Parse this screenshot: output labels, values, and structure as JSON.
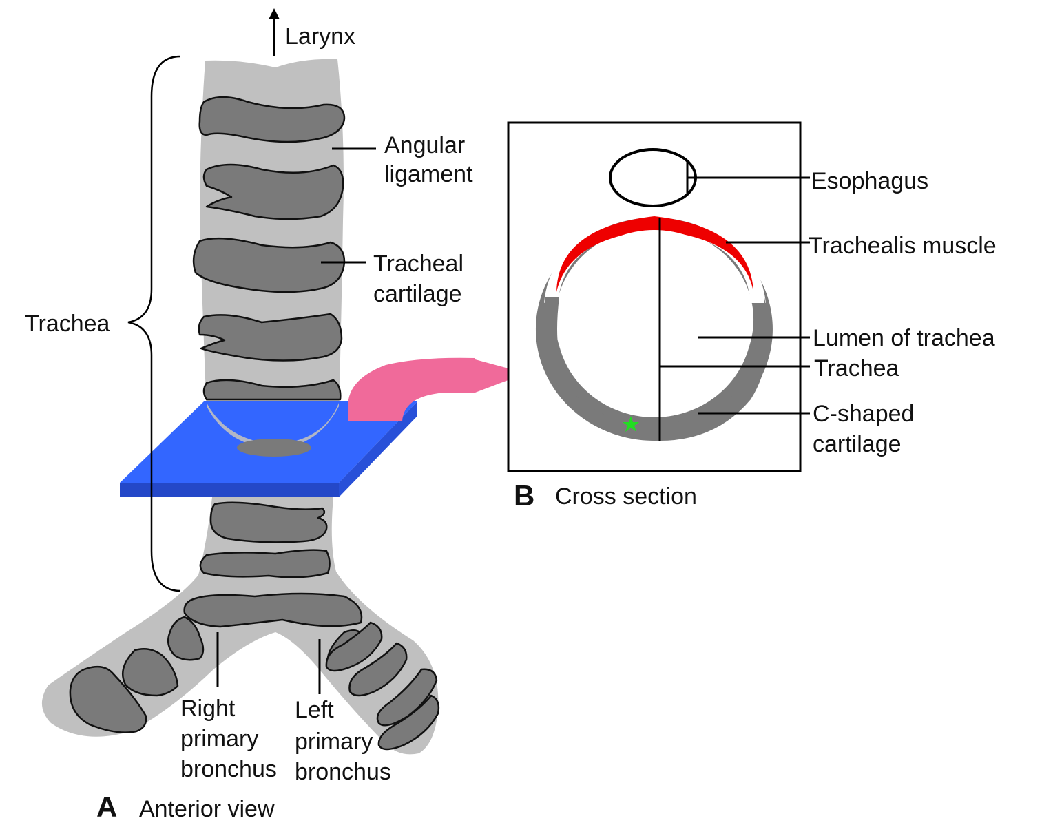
{
  "panel_a": {
    "letter": "A",
    "caption": "Anterior view",
    "labels": {
      "larynx": "Larynx",
      "angular_ligament_1": "Angular",
      "angular_ligament_2": "ligament",
      "tracheal_cartilage_1": "Tracheal",
      "tracheal_cartilage_2": "cartilage",
      "trachea": "Trachea",
      "right_bronchus_1": "Right",
      "right_bronchus_2": "primary",
      "right_bronchus_3": "bronchus",
      "left_bronchus_1": "Left",
      "left_bronchus_2": "primary",
      "left_bronchus_3": "bronchus"
    }
  },
  "panel_b": {
    "letter": "B",
    "caption": "Cross section",
    "labels": {
      "esophagus": "Esophagus",
      "trachealis_muscle": "Trachealis muscle",
      "lumen": "Lumen of trachea",
      "trachea": "Trachea",
      "c_cartilage_1": "C-shaped",
      "c_cartilage_2": "cartilage"
    }
  },
  "colors": {
    "tissue": "#c0c0c0",
    "cartilage": "#7a7a7a",
    "section_plane": "#3366ff",
    "arrow": "#f06a9a",
    "trachealis": "#ee0000",
    "star": "#22dd22"
  }
}
